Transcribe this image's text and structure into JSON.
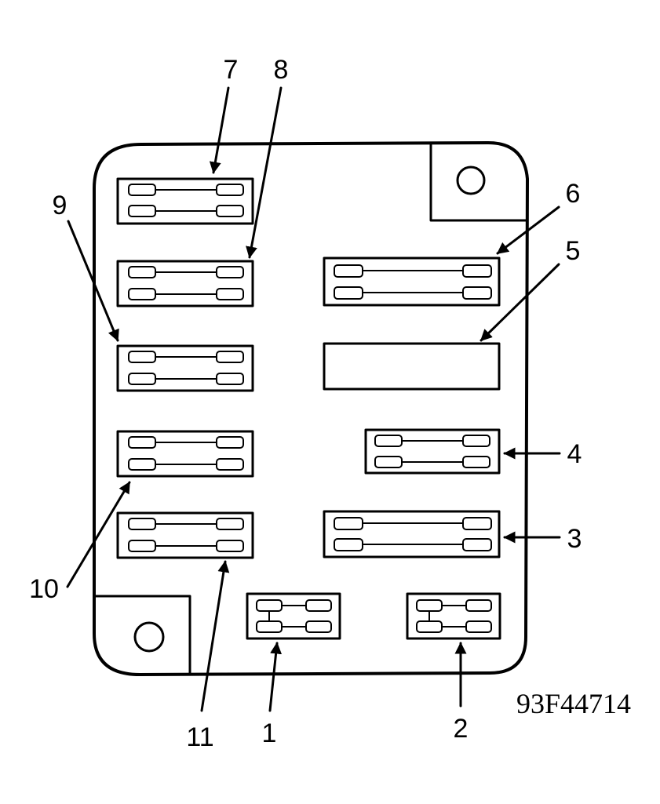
{
  "diagram": {
    "figure_id": "93F44714",
    "callouts": [
      {
        "id": "1",
        "label": "1"
      },
      {
        "id": "2",
        "label": "2"
      },
      {
        "id": "3",
        "label": "3"
      },
      {
        "id": "4",
        "label": "4"
      },
      {
        "id": "5",
        "label": "5"
      },
      {
        "id": "6",
        "label": "6"
      },
      {
        "id": "7",
        "label": "7"
      },
      {
        "id": "8",
        "label": "8"
      },
      {
        "id": "9",
        "label": "9"
      },
      {
        "id": "10",
        "label": "10"
      },
      {
        "id": "11",
        "label": "11"
      }
    ]
  }
}
